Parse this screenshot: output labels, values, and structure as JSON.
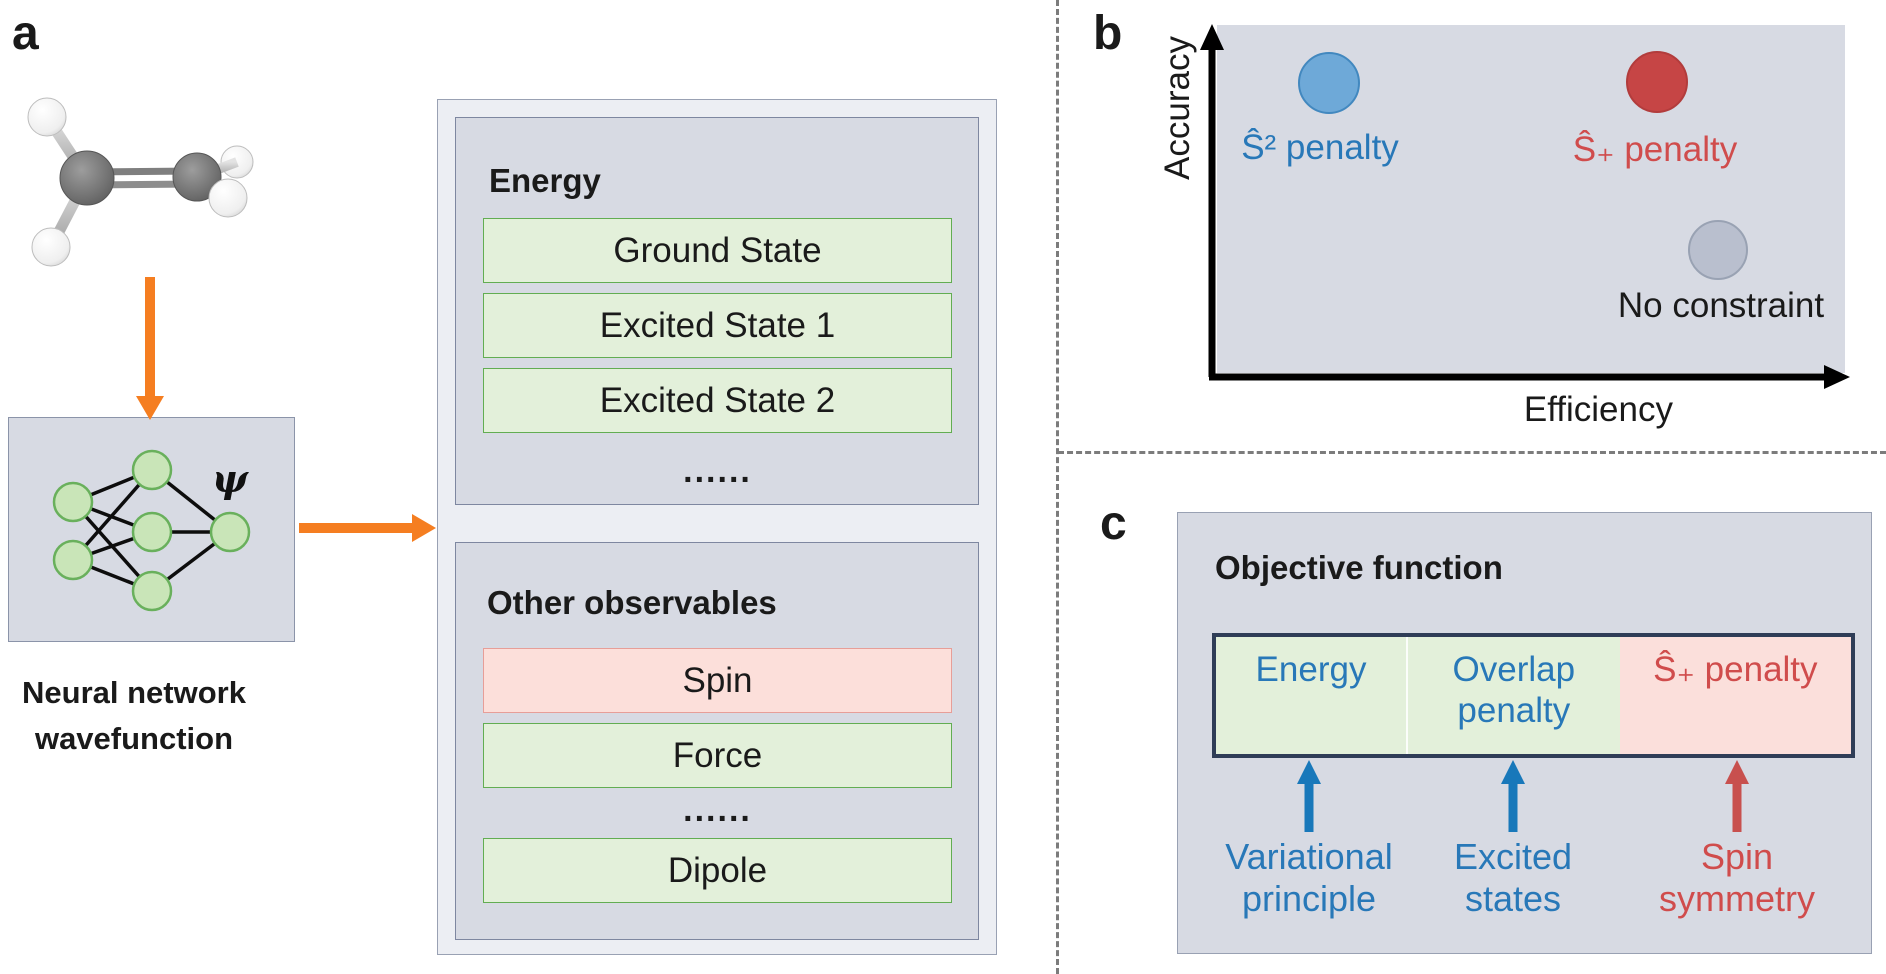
{
  "panel_a": {
    "label": "a",
    "molecule_icon": "ethylene-ball-and-stick",
    "psi_symbol": "ψ",
    "caption_line1": "Neural network",
    "caption_line2": "wavefunction",
    "energy": {
      "title": "Energy",
      "rows": [
        "Ground State",
        "Excited State 1",
        "Excited State 2"
      ],
      "ellipsis": "......"
    },
    "observables": {
      "title": "Other observables",
      "rows": [
        "Spin",
        "Force",
        "Dipole"
      ],
      "ellipsis": "......"
    }
  },
  "panel_b": {
    "label": "b",
    "y_axis_label": "Accuracy",
    "x_axis_label": "Efficiency",
    "points": [
      {
        "label": "Ŝ² penalty",
        "color": "#6ea9d8"
      },
      {
        "label": "Ŝ₊ penalty",
        "color": "#c64545"
      },
      {
        "label": "No constraint",
        "color": "#b9bfce"
      }
    ]
  },
  "panel_c": {
    "label": "c",
    "title": "Objective function",
    "segments": {
      "s1": "Energy",
      "s2_line1": "Overlap",
      "s2_line2": "penalty",
      "s3": "Ŝ₊ penalty"
    },
    "annotations": [
      {
        "line1": "Variational",
        "line2": "principle",
        "color": "#2878b8"
      },
      {
        "line1": "Excited",
        "line2": "states",
        "color": "#2878b8"
      },
      {
        "line1": "Spin",
        "line2": "symmetry",
        "color": "#d04c4c"
      }
    ]
  },
  "colors": {
    "panel_background": "#d7dae3",
    "container_background": "#eceef3",
    "green_fill": "#e3f0da",
    "green_border": "#62ad52",
    "pink_fill": "#fcdfda",
    "pink_border": "#e79e98",
    "orange_arrow": "#f57e21",
    "blue_accent": "#2878b8",
    "red_accent": "#d04c4c",
    "navy_border": "#2f3d57"
  }
}
